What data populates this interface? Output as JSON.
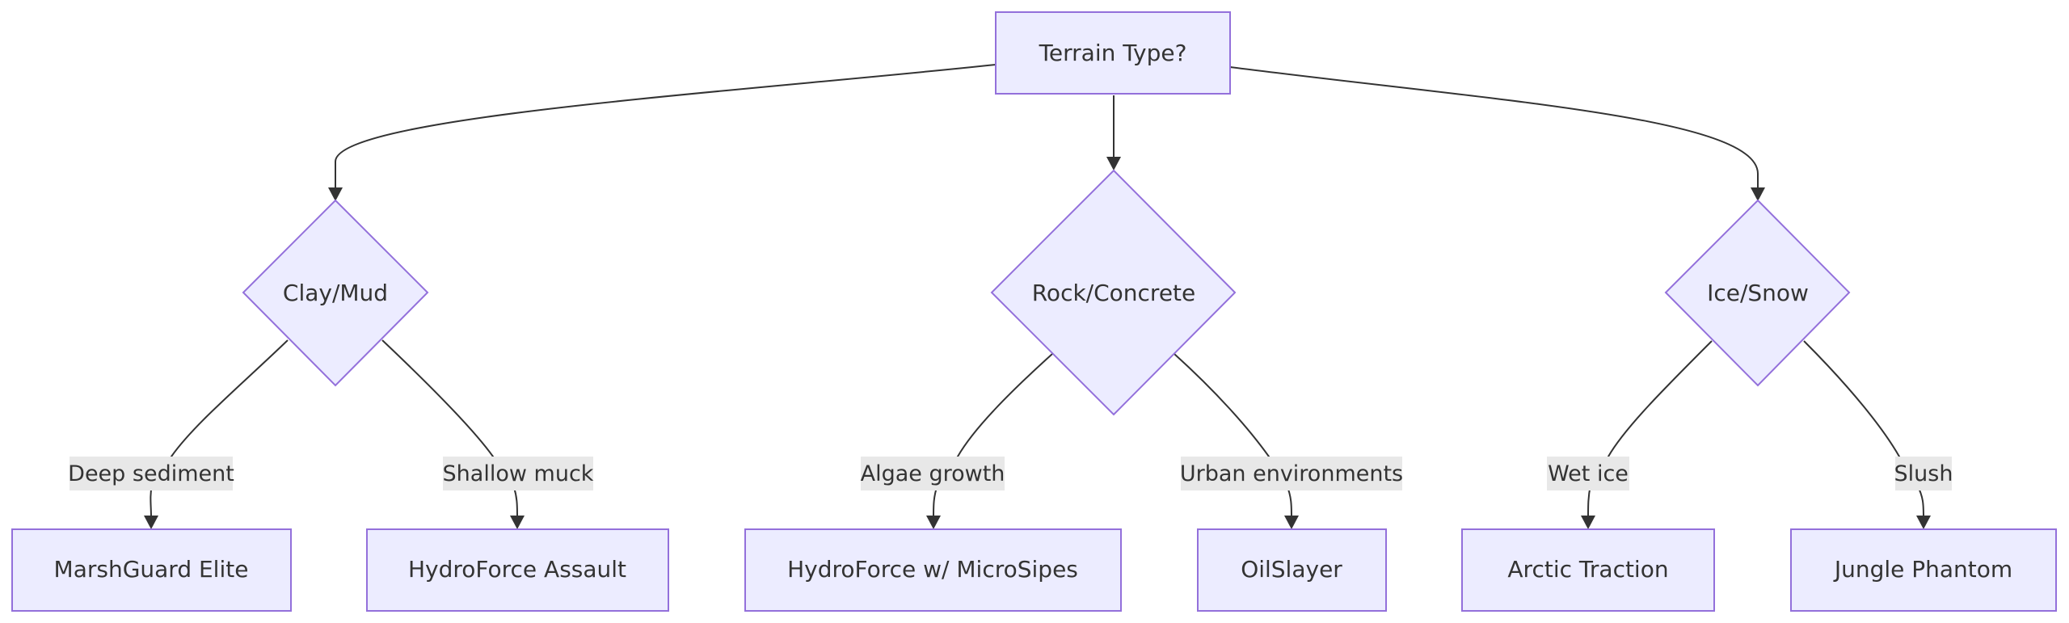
{
  "diagram": {
    "type": "flowchart",
    "root": {
      "id": "terrain",
      "label": "Terrain Type?"
    },
    "decisions": [
      {
        "id": "clay",
        "label": "Clay/Mud"
      },
      {
        "id": "rock",
        "label": "Rock/Concrete"
      },
      {
        "id": "ice",
        "label": "Ice/Snow"
      }
    ],
    "outcomes": [
      {
        "id": "marsh",
        "label": "MarshGuard Elite"
      },
      {
        "id": "hydro_assault",
        "label": "HydroForce Assault"
      },
      {
        "id": "hydro_micro",
        "label": "HydroForce w/ MicroSipes"
      },
      {
        "id": "oilslayer",
        "label": "OilSlayer"
      },
      {
        "id": "arctic",
        "label": "Arctic Traction"
      },
      {
        "id": "jungle",
        "label": "Jungle Phantom"
      }
    ],
    "edges": [
      {
        "from": "terrain",
        "to": "clay",
        "label": ""
      },
      {
        "from": "terrain",
        "to": "rock",
        "label": ""
      },
      {
        "from": "terrain",
        "to": "ice",
        "label": ""
      },
      {
        "from": "clay",
        "to": "marsh",
        "label": "Deep sediment"
      },
      {
        "from": "clay",
        "to": "hydro_assault",
        "label": "Shallow muck"
      },
      {
        "from": "rock",
        "to": "hydro_micro",
        "label": "Algae growth"
      },
      {
        "from": "rock",
        "to": "oilslayer",
        "label": "Urban environments"
      },
      {
        "from": "ice",
        "to": "arctic",
        "label": "Wet ice"
      },
      {
        "from": "ice",
        "to": "jungle",
        "label": "Slush"
      }
    ],
    "colors": {
      "node_fill": "#ececff",
      "node_stroke": "#9370db",
      "edge": "#333333",
      "label_bg": "#e8e8e8"
    }
  }
}
